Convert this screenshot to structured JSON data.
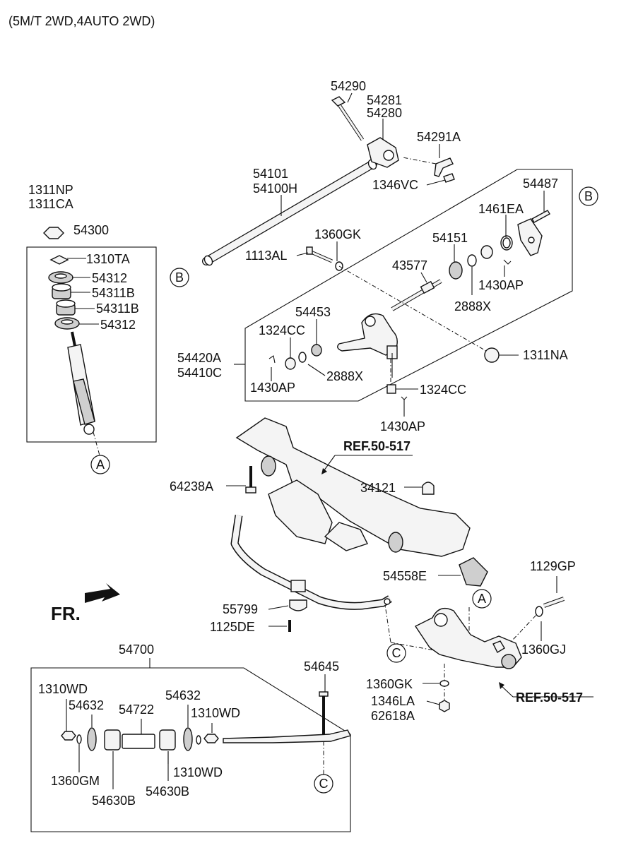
{
  "header": {
    "variant": "(5M/T 2WD,4AUTO 2WD)"
  },
  "direction": {
    "label": "FR."
  },
  "refs": {
    "ref1": "REF.50-517",
    "ref2": "REF.50-517"
  },
  "callouts": {
    "a": "A",
    "b": "B",
    "c": "C"
  },
  "labels": {
    "p54290": "54290",
    "p54281": "54281",
    "p54280": "54280",
    "p54291A": "54291A",
    "p1346VC": "1346VC",
    "p54101": "54101",
    "p54100H": "54100H",
    "p54487": "54487",
    "p1461EA": "1461EA",
    "p1311NP": "1311NP",
    "p1311CA": "1311CA",
    "p54300": "54300",
    "p1360GK_top": "1360GK",
    "p54151": "54151",
    "p1113AL": "1113AL",
    "p1310TA": "1310TA",
    "p54312_a": "54312",
    "p54311B_a": "54311B",
    "p54311B_b": "54311B",
    "p54312_b": "54312",
    "p43577": "43577",
    "p1430AP_r": "1430AP",
    "p2888X_r": "2888X",
    "p54453": "54453",
    "p1324CC_a": "1324CC",
    "p1311NA": "1311NA",
    "p54420A": "54420A",
    "p54410C": "54410C",
    "p2888X_l": "2888X",
    "p1430AP_l": "1430AP",
    "p1324CC_b": "1324CC",
    "p1430AP_b": "1430AP",
    "p64238A": "64238A",
    "p34121": "34121",
    "p1129GP": "1129GP",
    "p54558E": "54558E",
    "p55799": "55799",
    "p1125DE": "1125DE",
    "p1360GJ": "1360GJ",
    "p54700": "54700",
    "p54645": "54645",
    "p1360GK_bot": "1360GK",
    "p1310WD_a": "1310WD",
    "p54632_a": "54632",
    "p54632_b": "54632",
    "p1310WD_b": "1310WD",
    "p54722": "54722",
    "p1346LA": "1346LA",
    "p62618A": "62618A",
    "p1360GM": "1360GM",
    "p1310WD_c": "1310WD",
    "p54630B_a": "54630B",
    "p54630B_b": "54630B"
  }
}
